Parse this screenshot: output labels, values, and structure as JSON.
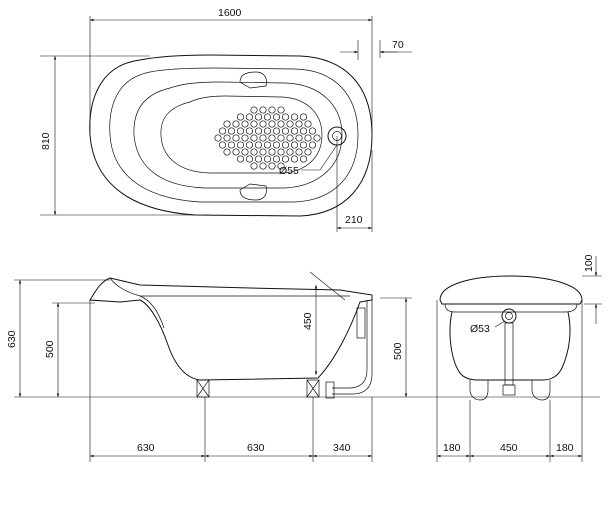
{
  "top_view": {
    "overall_length": "1600",
    "overall_width": "810",
    "drain_offset_end": "70",
    "drain_offset_base": "210",
    "drain_diameter": "Ø55"
  },
  "side_view": {
    "total_height": "630",
    "rim_height_left": "500",
    "rim_height_right": "500",
    "overflow_depth": "450",
    "segment_a": "630",
    "segment_b": "630",
    "segment_c": "340"
  },
  "end_view": {
    "rim_lip": "100",
    "waste_diameter": "Ø53",
    "left_margin": "180",
    "center_width": "450",
    "right_margin": "180"
  },
  "colors": {
    "line": "#111111",
    "background": "#ffffff"
  }
}
